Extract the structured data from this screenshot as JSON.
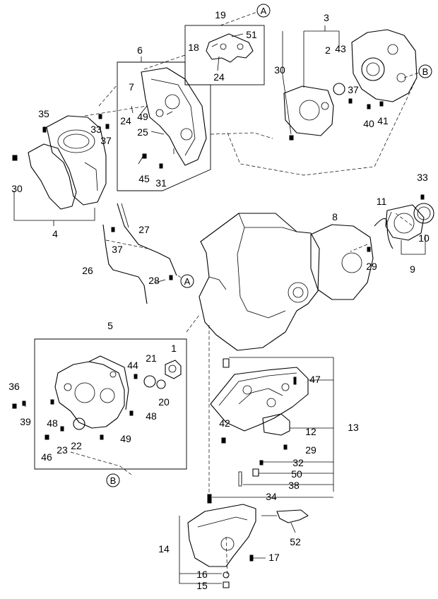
{
  "callouts": [
    {
      "id": "c19a",
      "text": "19"
    },
    {
      "id": "c51",
      "text": "51"
    },
    {
      "id": "c18",
      "text": "18"
    },
    {
      "id": "c24a",
      "text": "24"
    },
    {
      "id": "c6",
      "text": "6"
    },
    {
      "id": "c7",
      "text": "7"
    },
    {
      "id": "c24b",
      "text": "24"
    },
    {
      "id": "c49a",
      "text": "49"
    },
    {
      "id": "c25",
      "text": "25"
    },
    {
      "id": "c45",
      "text": "45"
    },
    {
      "id": "c31",
      "text": "31"
    },
    {
      "id": "c35",
      "text": "35"
    },
    {
      "id": "c33a",
      "text": "33"
    },
    {
      "id": "c37a",
      "text": "37"
    },
    {
      "id": "c30a",
      "text": "30"
    },
    {
      "id": "c4",
      "text": "4"
    },
    {
      "id": "c3",
      "text": "3"
    },
    {
      "id": "c2",
      "text": "2"
    },
    {
      "id": "c43",
      "text": "43"
    },
    {
      "id": "c30b",
      "text": "30"
    },
    {
      "id": "c37b",
      "text": "37"
    },
    {
      "id": "c40",
      "text": "40"
    },
    {
      "id": "c41",
      "text": "41"
    },
    {
      "id": "c33b",
      "text": "33"
    },
    {
      "id": "c11",
      "text": "11"
    },
    {
      "id": "c8",
      "text": "8"
    },
    {
      "id": "c10",
      "text": "10"
    },
    {
      "id": "c9",
      "text": "9"
    },
    {
      "id": "c29a",
      "text": "29"
    },
    {
      "id": "c27",
      "text": "27"
    },
    {
      "id": "c37c",
      "text": "37"
    },
    {
      "id": "c26",
      "text": "26"
    },
    {
      "id": "c28",
      "text": "28"
    },
    {
      "id": "c5",
      "text": "5"
    },
    {
      "id": "c1",
      "text": "1"
    },
    {
      "id": "c44",
      "text": "44"
    },
    {
      "id": "c21",
      "text": "21"
    },
    {
      "id": "c20",
      "text": "20"
    },
    {
      "id": "c36",
      "text": "36"
    },
    {
      "id": "c39",
      "text": "39"
    },
    {
      "id": "c48a",
      "text": "48"
    },
    {
      "id": "c48b",
      "text": "48"
    },
    {
      "id": "c22",
      "text": "22"
    },
    {
      "id": "c49b",
      "text": "49"
    },
    {
      "id": "c23",
      "text": "23"
    },
    {
      "id": "c46",
      "text": "46"
    },
    {
      "id": "c47",
      "text": "47"
    },
    {
      "id": "c13",
      "text": "13"
    },
    {
      "id": "c42",
      "text": "42"
    },
    {
      "id": "c12",
      "text": "12"
    },
    {
      "id": "c29b",
      "text": "29"
    },
    {
      "id": "c32",
      "text": "32"
    },
    {
      "id": "c50",
      "text": "50"
    },
    {
      "id": "c38",
      "text": "38"
    },
    {
      "id": "c34",
      "text": "34"
    },
    {
      "id": "c14",
      "text": "14"
    },
    {
      "id": "c52",
      "text": "52"
    },
    {
      "id": "c17",
      "text": "17"
    },
    {
      "id": "c16",
      "text": "16"
    },
    {
      "id": "c15",
      "text": "15"
    }
  ],
  "reference_markers": [
    {
      "id": "refA1",
      "text": "A"
    },
    {
      "id": "refB1",
      "text": "B"
    },
    {
      "id": "refA2",
      "text": "A"
    },
    {
      "id": "refB2",
      "text": "B"
    }
  ]
}
